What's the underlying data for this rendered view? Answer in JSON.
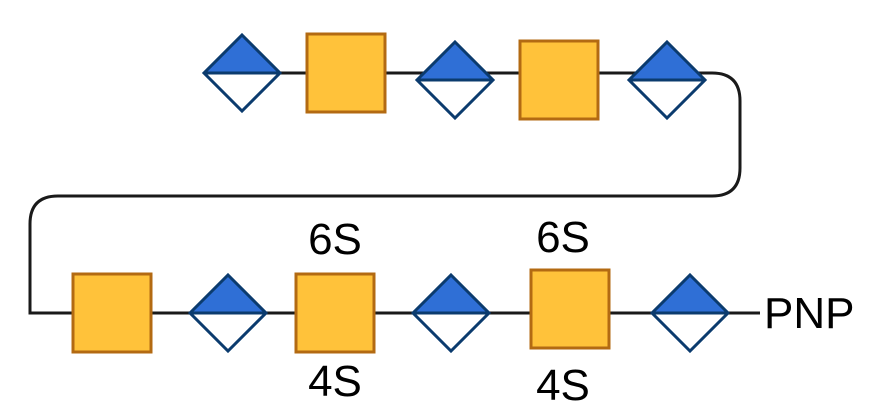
{
  "colors": {
    "diamond_fill_top": "#2F6FD6",
    "diamond_fill_bottom": "#FFFFFF",
    "diamond_stroke": "#0B3B6E",
    "square_fill": "#FFC23A",
    "square_stroke": "#B36A12",
    "link": "#1A1A1A"
  },
  "glycan": {
    "top_row": [
      "diamond-icon",
      "square-icon",
      "diamond-icon",
      "square-icon",
      "diamond-icon"
    ],
    "bottom_row": [
      "square-icon",
      "diamond-icon",
      "square-icon",
      "diamond-icon",
      "square-icon",
      "diamond-icon"
    ],
    "labels": {
      "sulfate_a_upper": "6S",
      "sulfate_a_lower": "4S",
      "sulfate_b_upper": "6S",
      "sulfate_b_lower": "4S",
      "terminal": "PNP"
    }
  }
}
